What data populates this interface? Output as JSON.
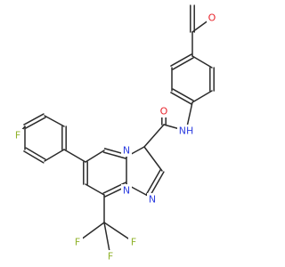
{
  "atoms": {
    "carbonyl_O_acetyl": {
      "text": "O",
      "color": "#e8242c"
    },
    "carbonyl_O_amide": {
      "text": "O",
      "color": "#e8242c"
    },
    "amide_NH": {
      "text": "NH",
      "color": "#2f3fe0"
    },
    "pyrimidine_N": {
      "text": "N",
      "color": "#2f3fe0"
    },
    "bridge_N": {
      "text": "N",
      "color": "#2f3fe0"
    },
    "pyrazole_N": {
      "text": "N",
      "color": "#2f3fe0"
    },
    "aryl_F": {
      "text": "F",
      "color": "#8fb22a"
    },
    "cf3_F1": {
      "text": "F",
      "color": "#8fb22a"
    },
    "cf3_F2": {
      "text": "F",
      "color": "#8fb22a"
    },
    "cf3_F3": {
      "text": "F",
      "color": "#8fb22a"
    }
  },
  "colors": {
    "bond": "#2b2b2b",
    "oxygen": "#e8242c",
    "nitrogen": "#2f3fe0",
    "fluorine": "#8fb22a"
  }
}
